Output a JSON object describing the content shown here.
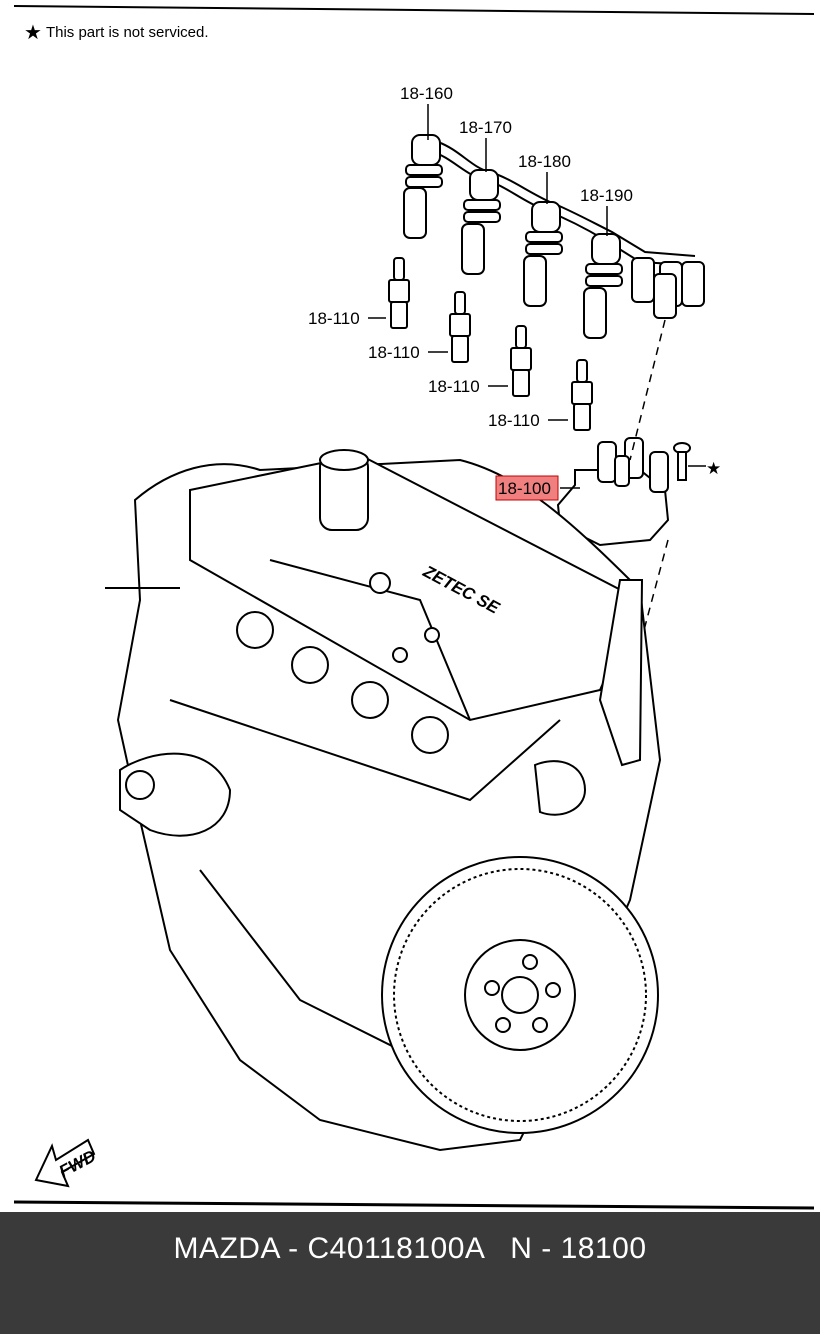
{
  "note": {
    "star": "★",
    "text": "This part is not serviced."
  },
  "labels": {
    "p160": "18-160",
    "p170": "18-170",
    "p180": "18-180",
    "p190": "18-190",
    "p110": "18-110",
    "p100": "18-100",
    "star": "★"
  },
  "engine_badge": "ZETEC SE",
  "fwd": "FWD",
  "highlight_color": "#f08080",
  "footer": {
    "text": "MAZDA - C40118100A   N - 18100"
  }
}
